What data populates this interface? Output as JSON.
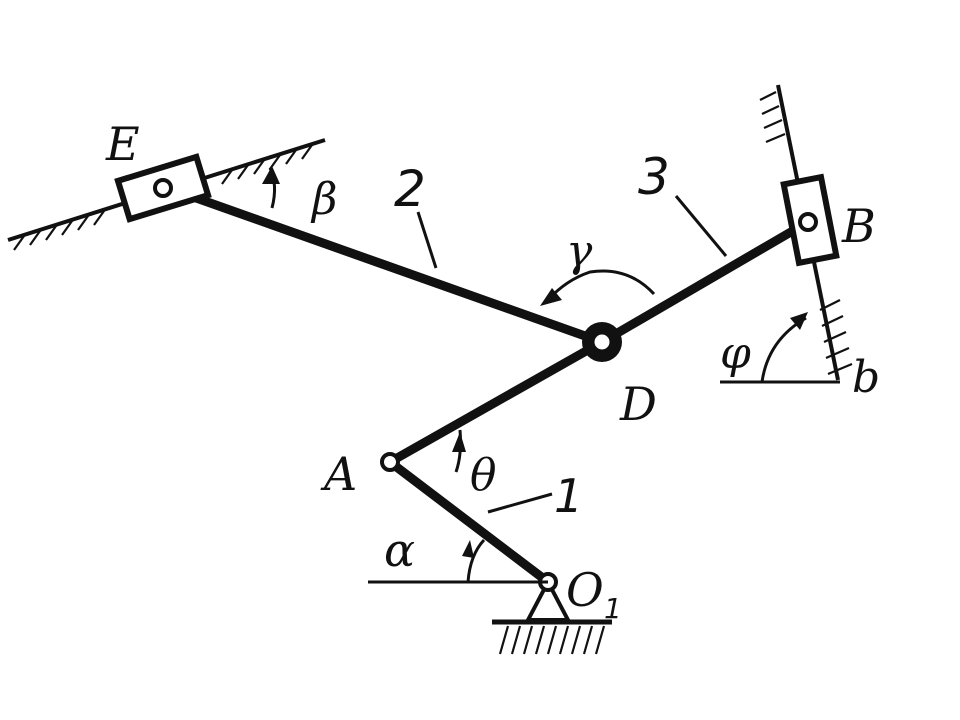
{
  "labels": {
    "E": "E",
    "B": "B",
    "D": "D",
    "A": "A",
    "O1_main": "O",
    "O1_sub": "1",
    "b": "b",
    "link1": "1",
    "link2": "2",
    "link3": "3"
  },
  "angles": {
    "alpha": "α",
    "beta": "β",
    "gamma": "γ",
    "theta": "θ",
    "phi": "φ"
  },
  "colors": {
    "ink": "#111111",
    "background": "#ffffff"
  }
}
